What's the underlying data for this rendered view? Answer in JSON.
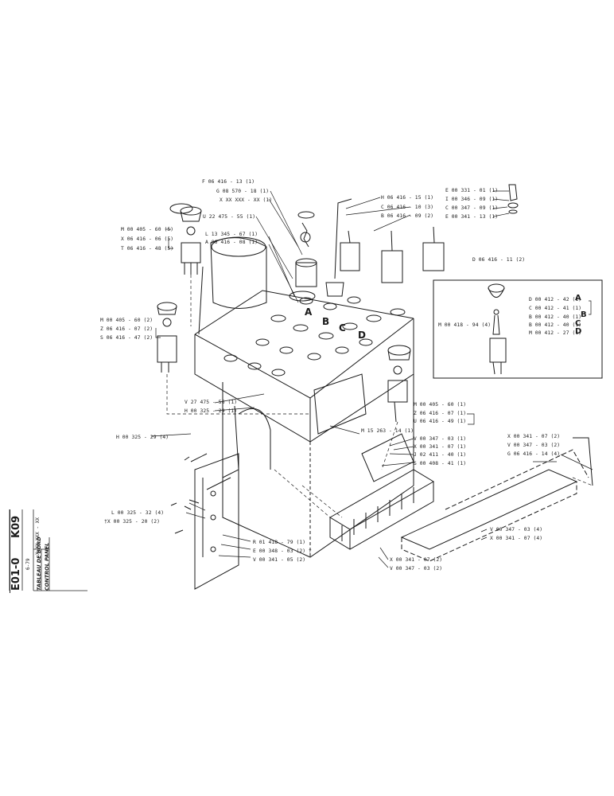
{
  "title_block": {
    "sheet_code": "K09",
    "page_code": "E01-0",
    "date": "6-79",
    "ref_placeholder": "X XX XXX - XX",
    "title_fr": "TABLEAU DE BORD",
    "title_en": "CONTROL PANEL"
  },
  "callouts": {
    "a": "A",
    "b": "B",
    "c": "C",
    "d": "D"
  },
  "labels": {
    "f_06416_13": "F 06 416 - 13 (1)",
    "g_08570_18": "G 08 570 - 18 (1)",
    "x_xxx": "X XX XXX - XX (1)",
    "u_22475_55": "U 22 475 - 55 (1)",
    "m_00405_60_5": "M 00 405 - 60 (5)",
    "x_06416_06": "X 06 416 - 06 (5)",
    "t_06416_48": "T 06 416 - 48 (5)",
    "l_13345_67": "L 13 345 - 67 (1)",
    "a_06416_08": "A 06 416 - 08 (1)",
    "h_06416_15": "H 06 416 - 15 (1)",
    "c_06416_10": "C 06 416 - 10 (3)",
    "b_06416_09": "B 06 416 - 09 (2)",
    "e_00331_01": "E 00 331 - 01 (1)",
    "i_00346_09": "I 00 346 - 09 (1)",
    "c_00347_09": "C 00 347 - 09 (1)",
    "e_00341_13": "E 00 341 - 13 (1)",
    "d_06416_11": "D 06 416 - 11 (2)",
    "d_00412_42": "D 00 412 - 42 (1)",
    "c_00412_41": "C 00 412 - 41 (1)",
    "b_00412_40_b": "B 00 412 - 40 (1)",
    "b_00412_40_c": "B 00 412 - 40 (1)",
    "m_00412_27": "M 00 412 - 27 (1)",
    "m_00418_94": "M 00 418 - 94 (4)",
    "m_00405_60_2": "M 00 405 - 60 (2)",
    "z_06416_07_2": "Z 06 416 - 07 (2)",
    "s_06416_47": "S 06 416 - 47 (2)",
    "v_27475_56": "V 27 475 - 56 (1)",
    "h_00325_29_1": "H 00 325 - 29 (1)",
    "m_00405_60_1": "M 00 405 - 60 (1)",
    "z_06416_07_1": "Z 06 416 - 07 (1)",
    "u_06416_49": "U 06 416 - 49 (1)",
    "h_00325_29_4": "H 00 325 - 29 (4)",
    "m_15263_14": "M 15 263 - 14 (1)",
    "v_00347_03_1": "V 00 347 - 03 (1)",
    "x_00341_07_1": "X 00 341 - 07 (1)",
    "j_02411_40": "J 02 411 - 40 (1)",
    "s_00408_41": "S 00 408 - 41 (1)",
    "x_00341_07_2r": "X 00 341 - 07 (2)",
    "v_00347_03_2r": "V 00 347 - 03 (2)",
    "g_06416_14": "G 06 416 - 14 (4)",
    "l_00325_32": "L 00 325 - 32 (4)",
    "x_00325_20": "†X 00 325 - 20 (2)",
    "r_01418_79": "R 01 418 - 79 (1)",
    "e_00348_03": "E 00 348 - 03 (2) †",
    "v_00341_05": "V 00 341 - 05 (2)",
    "v_00347_03_4": "V 00 347 - 03 (4)",
    "x_00341_07_4": "X 00 341 - 07 (4)",
    "x_00341_07_2b": "X 00 341 - 07 (2)",
    "v_00347_03_2b": "V 00 347 - 03 (2)"
  },
  "colors": {
    "ink": "#1a1a1a",
    "paper": "#ffffff"
  }
}
